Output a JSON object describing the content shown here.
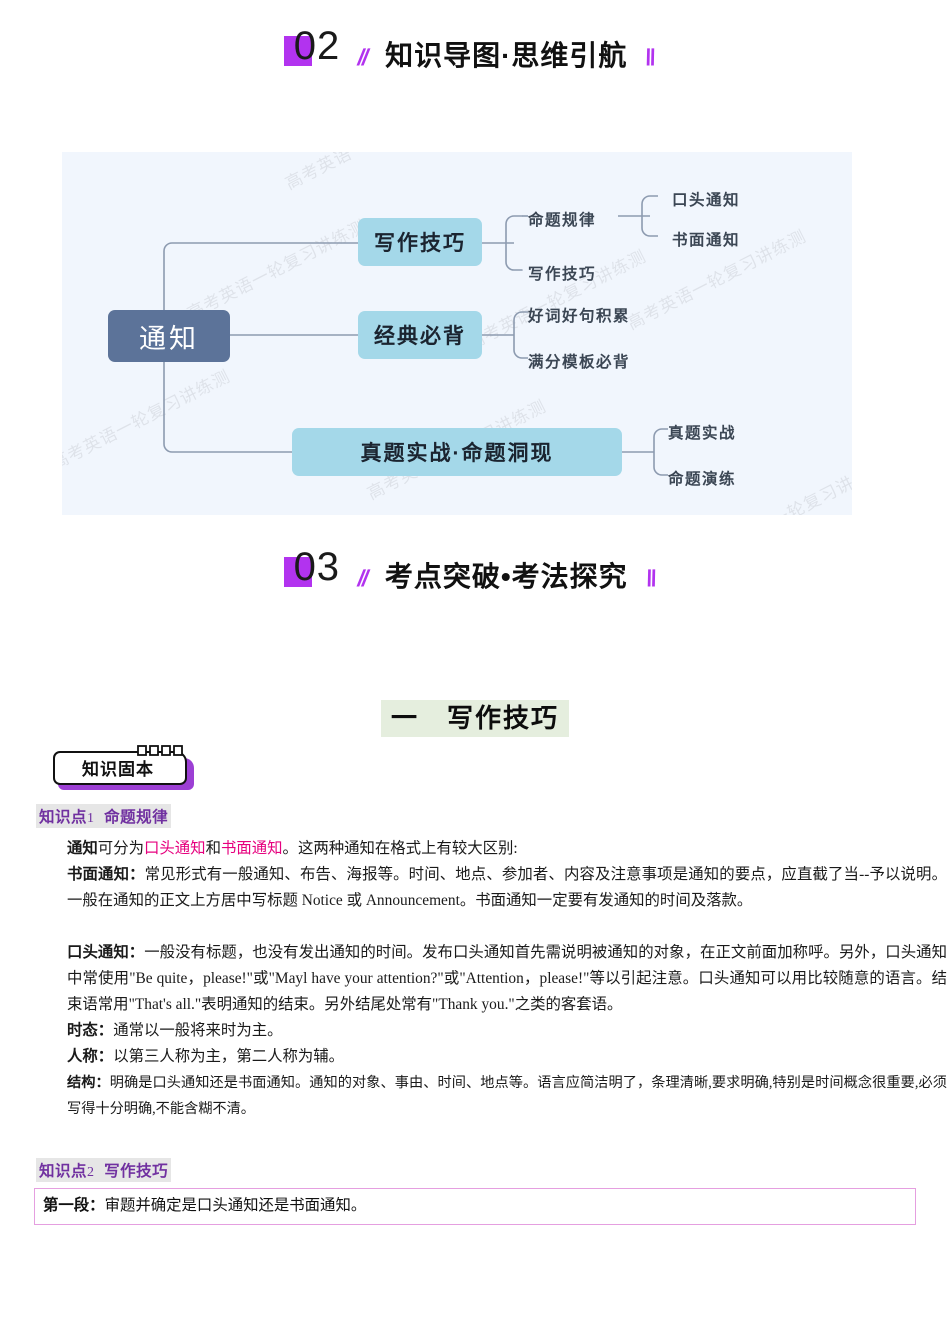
{
  "sections": [
    {
      "number": "02",
      "title": "知识导图·思维引航",
      "slash_left": "//",
      "slash_right": "\\\\"
    },
    {
      "number": "03",
      "title": "考点突破•考法探究",
      "slash_left": "//",
      "slash_right": "\\\\"
    }
  ],
  "mindmap": {
    "watermark": "高考英语一轮复习讲练测",
    "root": "通知",
    "branches": [
      {
        "label": "写作技巧",
        "children": [
          {
            "label": "命题规律",
            "children": [
              "口头通知",
              "书面通知"
            ]
          },
          {
            "label": "写作技巧",
            "children": []
          }
        ]
      },
      {
        "label": "经典必背",
        "children": [
          {
            "label": "好词好句积累",
            "children": []
          },
          {
            "label": "满分模板必背",
            "children": []
          }
        ]
      },
      {
        "label": "真题实战·命题洞现",
        "children": [
          {
            "label": "真题实战",
            "children": []
          },
          {
            "label": "命题演练",
            "children": []
          }
        ]
      }
    ],
    "colors": {
      "background": "#f1f6fd",
      "root_fill": "#5c7399",
      "branch_fill": "#a4d8e9",
      "line": "#8d9bb0"
    }
  },
  "topic": {
    "index": "一",
    "title": "写作技巧",
    "full": "一　写作技巧",
    "highlight_color": "#e5eede"
  },
  "badge": {
    "label": "知识固本",
    "accent_color": "#9c3fd4"
  },
  "knowledge_points": [
    {
      "prefix": "知识点",
      "number": "1",
      "title": "命题规律"
    },
    {
      "prefix": "知识点",
      "number": "2",
      "title": "写作技巧"
    }
  ],
  "body": {
    "p1": {
      "lead": "通知",
      "text_a": "可分为",
      "hl_a": "口头通知",
      "text_b": "和",
      "hl_b": "书面通知",
      "text_c": "。这两种通知在格式上有较大区别:"
    },
    "p2": {
      "lead": "书面通知：",
      "text": "常见形式有一般通知、布告、海报等。时间、地点、参加者、内容及注意事项是通知的要点，应直截了当--予以说明。一般在通知的正文上方居中写标题 Notice 或 Announcement。书面通知一定要有发通知的时间及落款。"
    },
    "p3": {
      "lead": "口头通知：",
      "text": "一般没有标题，也没有发出通知的时间。发布口头通知首先需说明被通知的对象，在正文前面加称呼。另外，口头通知中常使用\"Be quite，please!\"或\"Mayl have your attention?\"或\"Attention，please!\"等以引起注意。口头通知可以用比较随意的语言。结束语常用\"That's all.\"表明通知的结束。另外结尾处常有\"Thank you.\"之类的客套语。"
    },
    "p4": {
      "lead": "时态：",
      "text": "通常以一般将来时为主。"
    },
    "p5": {
      "lead": "人称：",
      "text": "以第三人称为主，第二人称为辅。"
    },
    "p6": {
      "lead": "结构：",
      "text": "明确是口头通知还是书面通知。通知的对象、事由、时间、地点等。语言应简洁明了，条理清晰,要求明确,特别是时间概念很重要,必须写得十分明确,不能含糊不清。"
    },
    "first_para": {
      "lead": "第一段：",
      "text": "审题并确定是口头通知还是书面通知。"
    }
  }
}
